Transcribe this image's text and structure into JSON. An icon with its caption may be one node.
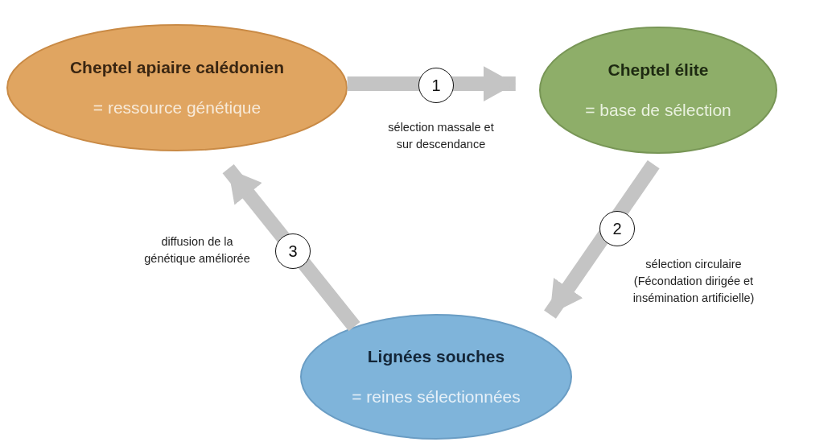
{
  "diagram": {
    "nodes": [
      {
        "text": [
          "Cheptel apiaire calédonien",
          "= ressource génétique"
        ]
      },
      {
        "text": [
          "Cheptel élite",
          "= base de sélection"
        ]
      },
      {
        "text": [
          "Lignées souches",
          "= reines sélectionnées"
        ]
      }
    ],
    "edges": [
      {
        "from": 0,
        "to": 1,
        "arrow": "to",
        "label": "sélection massale et sur descendance"
      },
      {
        "from": 1,
        "to": 2,
        "arrow": "to",
        "label": "sélection circulaire (Fécondation dirigée et insémination artificielle)"
      },
      {
        "from": 2,
        "to": 0,
        "arrow": "to",
        "label": "diffusion de la génétique améliorée"
      }
    ],
    "labels": [
      "1",
      "2",
      "3"
    ]
  }
}
